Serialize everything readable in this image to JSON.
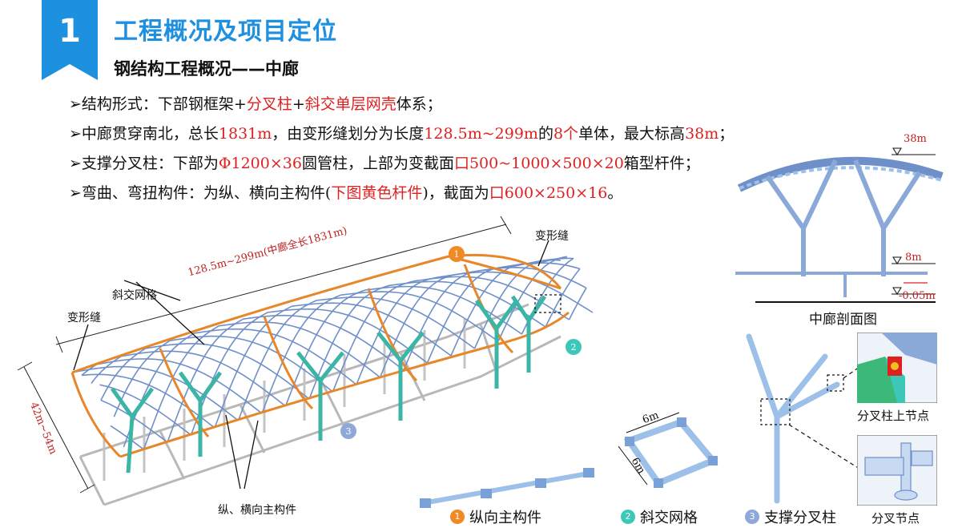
{
  "section": {
    "number": "1",
    "title": "工程概况及项目定位",
    "subtitle": "钢结构工程概况——中廊"
  },
  "bullets": [
    [
      {
        "t": "➢结构形式：下部钢框架+"
      },
      {
        "t": "分叉柱",
        "red": true
      },
      {
        "t": "+"
      },
      {
        "t": "斜交单层网壳",
        "red": true
      },
      {
        "t": "体系；"
      }
    ],
    [
      {
        "t": "➢中廊贯穿南北，总长"
      },
      {
        "t": "1831m",
        "red": true
      },
      {
        "t": "，由变形缝划分为长度"
      },
      {
        "t": "128.5m~299m",
        "red": true
      },
      {
        "t": "的"
      },
      {
        "t": "8个",
        "red": true
      },
      {
        "t": "单体，最大标高"
      },
      {
        "t": "38m",
        "red": true
      },
      {
        "t": "；"
      }
    ],
    [
      {
        "t": "➢支撑分叉柱：下部为"
      },
      {
        "t": "Φ1200×36",
        "red": true
      },
      {
        "t": "圆管柱，上部为变截面"
      },
      {
        "t": "口500~1000×500×20",
        "red": true
      },
      {
        "t": "箱型杆件；"
      }
    ],
    [
      {
        "t": "➢弯曲、弯扭构件：为纵、横向主构件("
      },
      {
        "t": "下图黄色杆件",
        "red": true
      },
      {
        "t": ")，截面为"
      },
      {
        "t": "口600×250×16",
        "red": true
      },
      {
        "t": "。"
      }
    ]
  ],
  "labels": {
    "joint_top": "变形缝",
    "joint_left": "变形缝",
    "diagonal_grid": "斜交网格",
    "length": "128.5m~299m(中廊全长1831m)",
    "width": "42m~54m",
    "main_members": "纵、横向主构件",
    "section_view": "中廊剖面图",
    "elev_38": "38m",
    "elev_8": "8m",
    "elev_0": "-0.05m",
    "dim_6a": "6m",
    "dim_6b": "6m",
    "node_top": "分叉柱上节点",
    "node_split": "分叉节点"
  },
  "legend": [
    {
      "num": "1",
      "label": "纵向主构件",
      "color": "#f08a24"
    },
    {
      "num": "2",
      "label": "斜交网格",
      "color": "#3cc8b8"
    },
    {
      "num": "3",
      "label": "支撑分叉柱",
      "color": "#8fa8d8"
    }
  ],
  "colors": {
    "accent": "#1e90e0",
    "red": "#e02020",
    "orange": "#e8862a",
    "teal": "#3cc8b8",
    "grid": "#6f8fc8",
    "steel": "#9cc0e8"
  }
}
